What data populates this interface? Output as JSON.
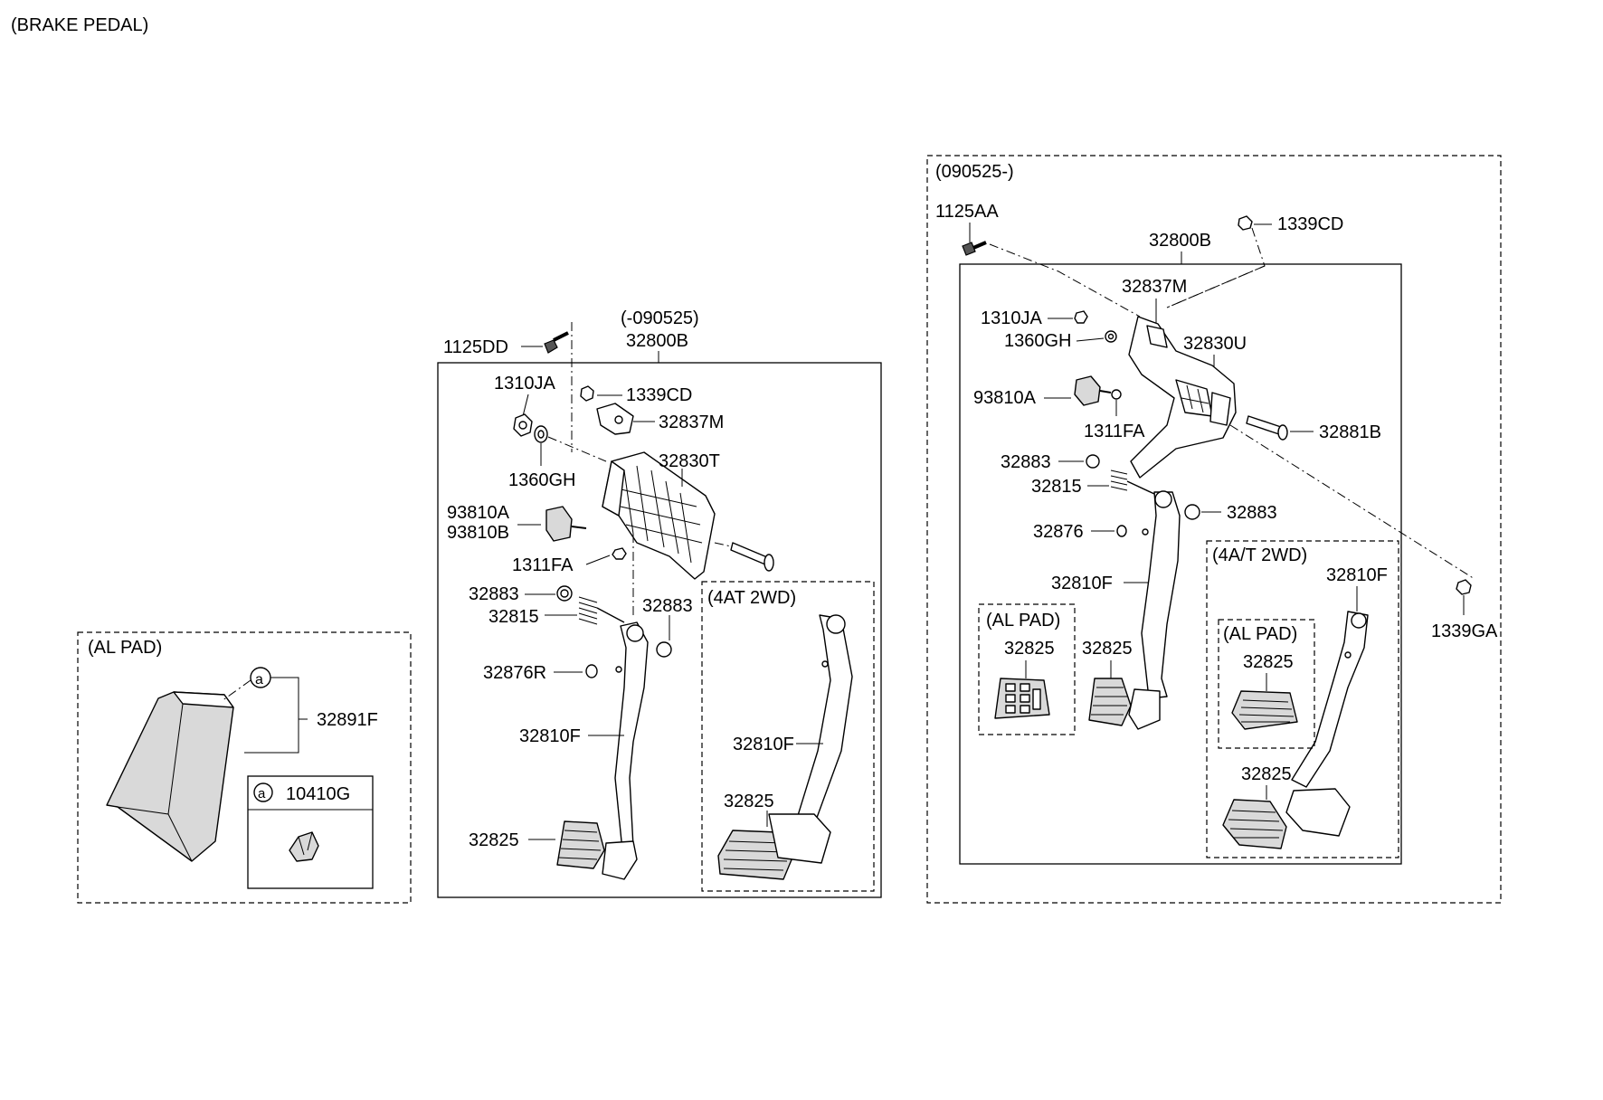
{
  "title": "(BRAKE PEDAL)",
  "sections": {
    "al_pad": "(AL PAD)",
    "old_range": "(-090525)",
    "old_4at": "(4AT 2WD)",
    "new_range": "(090525-)",
    "new_al_pad_1": "(AL PAD)",
    "new_4at": "(4A/T 2WD)",
    "new_al_pad_2": "(AL PAD)"
  },
  "callout_letter": "a",
  "labels": {
    "p32891F": "32891F",
    "p10410G": "10410G",
    "o1125DD": "1125DD",
    "o32800B": "32800B",
    "o1310JA": "1310JA",
    "o1339CD": "1339CD",
    "o32837M": "32837M",
    "o1360GH": "1360GH",
    "o32830T": "32830T",
    "o93810A": "93810A",
    "o93810B": "93810B",
    "o1311FA": "1311FA",
    "o32883a": "32883",
    "o32815": "32815",
    "o32883b": "32883",
    "o32876R": "32876R",
    "o32810F": "32810F",
    "o32825": "32825",
    "o32810F4": "32810F",
    "o32825_4": "32825",
    "n1125AA": "1125AA",
    "n1339CD": "1339CD",
    "n32800B": "32800B",
    "n32837M": "32837M",
    "n1310JA": "1310JA",
    "n1360GH": "1360GH",
    "n32830U": "32830U",
    "n93810A": "93810A",
    "n1311FA": "1311FA",
    "n32881B": "32881B",
    "n32883a": "32883",
    "n32815": "32815",
    "n32883b": "32883",
    "n32876": "32876",
    "n32810F": "32810F",
    "n32825al": "32825",
    "n32825": "32825",
    "n1339GA": "1339GA",
    "n32810F4": "32810F",
    "n32825al4": "32825",
    "n32825_4": "32825"
  }
}
